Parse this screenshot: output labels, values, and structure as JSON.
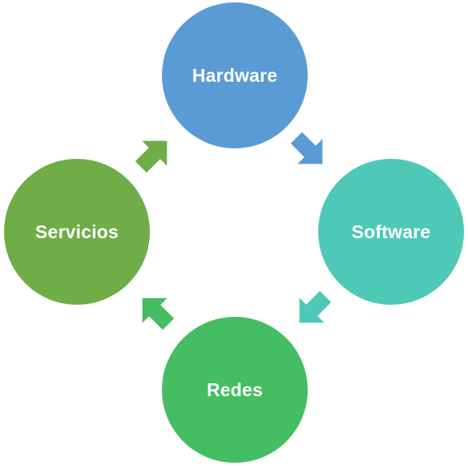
{
  "diagram": {
    "nodes": [
      {
        "id": "hardware",
        "label": "Hardware",
        "color": "#5B9BD5"
      },
      {
        "id": "software",
        "label": "Software",
        "color": "#4FC9B7"
      },
      {
        "id": "redes",
        "label": "Redes",
        "color": "#45BD62"
      },
      {
        "id": "servicios",
        "label": "Servicios",
        "color": "#70AD47"
      }
    ],
    "arrows": [
      {
        "from": "hardware",
        "to": "software",
        "color": "#5B9BD5"
      },
      {
        "from": "software",
        "to": "redes",
        "color": "#4FC9B7"
      },
      {
        "from": "redes",
        "to": "servicios",
        "color": "#45BD62"
      },
      {
        "from": "servicios",
        "to": "hardware",
        "color": "#70AD47"
      }
    ]
  }
}
